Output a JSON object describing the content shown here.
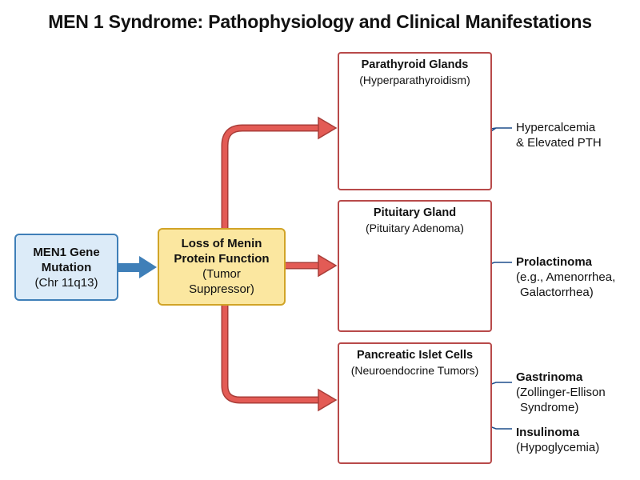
{
  "title": "MEN 1 Syndrome: Pathophysiology and Clinical Manifestations",
  "gene_box": {
    "line1": "MEN1 Gene",
    "line2": "Mutation",
    "line3": "(Chr 11q13)"
  },
  "menin_box": {
    "line1": "Loss of Menin",
    "line2": "Protein Function",
    "line3": "(Tumor",
    "line4": "Suppressor)"
  },
  "organs": [
    {
      "title": "Parathyroid Glands",
      "subtitle": "(Hyperparathyroidism)"
    },
    {
      "title": "Pituitary Gland",
      "subtitle": "(Pituitary Adenoma)"
    },
    {
      "title": "Pancreatic Islet Cells",
      "subtitle": "(Neuroendocrine Tumors)"
    }
  ],
  "manifestations": {
    "parathyroid": {
      "line1": "Hypercalcemia",
      "line2": "& Elevated PTH"
    },
    "pituitary": {
      "name": "Prolactinoma",
      "line2": "(e.g., Amenorrhea,",
      "line3": "Galactorrhea)"
    },
    "gastrinoma": {
      "name": "Gastrinoma",
      "line2": "(Zollinger-Ellison",
      "line3": "Syndrome)"
    },
    "insulinoma": {
      "name": "Insulinoma",
      "line2": "(Hypoglycemia)"
    }
  },
  "colors": {
    "blue_border": "#3f7fb8",
    "blue_fill": "#dcebf8",
    "yellow_border": "#d1a427",
    "yellow_fill": "#fbe7a0",
    "red_arrow": "#d9534f",
    "organ_border": "#b84a4a",
    "tumor_red": "#d0243a",
    "leader_line": "#1f4e8c"
  }
}
